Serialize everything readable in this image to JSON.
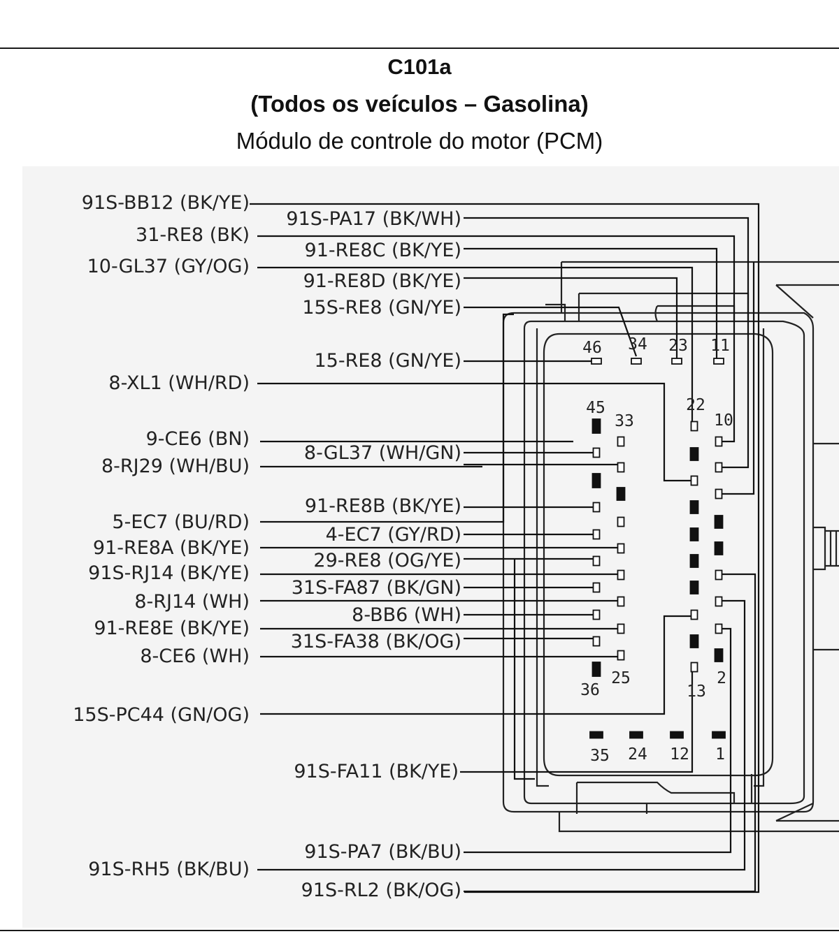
{
  "header": {
    "connector_id": "C101a",
    "subtitle": "(Todos os veículos – Gasolina)",
    "description": "Módulo de controle do motor (PCM)"
  },
  "pin_numbers": [
    "46",
    "34",
    "23",
    "11",
    "45",
    "33",
    "22",
    "10",
    "36",
    "25",
    "13",
    "2",
    "35",
    "24",
    "12",
    "1"
  ],
  "wires_left": [
    {
      "label": "91S-BB12 (BK/YE)"
    },
    {
      "label": "31-RE8 (BK)"
    },
    {
      "label": "10-GL37 (GY/OG)"
    },
    {
      "label": "8-XL1 (WH/RD)"
    },
    {
      "label": "9-CE6 (BN)"
    },
    {
      "label": "8-RJ29 (WH/BU)"
    },
    {
      "label": "5-EC7 (BU/RD)"
    },
    {
      "label": "91-RE8A (BK/YE)"
    },
    {
      "label": "91S-RJ14 (BK/YE)"
    },
    {
      "label": "8-RJ14 (WH)"
    },
    {
      "label": "91-RE8E (BK/YE)"
    },
    {
      "label": "8-CE6 (WH)"
    },
    {
      "label": "15S-PC44 (GN/OG)"
    },
    {
      "label": "91S-RH5 (BK/BU)"
    }
  ],
  "wires_right": [
    {
      "label": "91S-PA17 (BK/WH)"
    },
    {
      "label": "91-RE8C (BK/YE)"
    },
    {
      "label": "91-RE8D (BK/YE)"
    },
    {
      "label": "15S-RE8 (GN/YE)"
    },
    {
      "label": "15-RE8 (GN/YE)"
    },
    {
      "label": "8-GL37 (WH/GN)"
    },
    {
      "label": "91-RE8B (BK/YE)"
    },
    {
      "label": "4-EC7 (GY/RD)"
    },
    {
      "label": "29-RE8 (OG/YE)"
    },
    {
      "label": "31S-FA87 (BK/GN)"
    },
    {
      "label": "8-BB6 (WH)"
    },
    {
      "label": "31S-FA38 (BK/OG)"
    },
    {
      "label": "91S-FA11 (BK/YE)"
    },
    {
      "label": "91S-PA7 (BK/BU)"
    },
    {
      "label": "91S-RL2 (BK/OG)"
    }
  ]
}
